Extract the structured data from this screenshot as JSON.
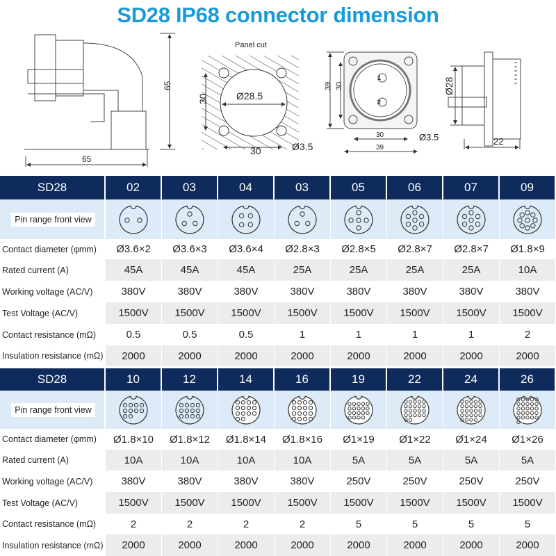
{
  "title": "SD28 IP68 connector dimension",
  "drawings": {
    "panel_cut_label": "Panel cut",
    "side_height": "65",
    "side_width": "65",
    "panel_hole": "Ø28.5",
    "panel_spacing_v": "30",
    "panel_spacing_h": "30",
    "panel_screw": "Ø3.5",
    "flange_outer_v": "39",
    "flange_inner_v": "30",
    "flange_inner_h": "30",
    "flange_outer_h": "39",
    "flange_screw": "Ø3.5",
    "flange_pin1": "1",
    "flange_pin2": "2",
    "body_diameter": "Ø28",
    "body_length": "22"
  },
  "row_labels": [
    "Pin range front view",
    "Contact diameter (φmm)",
    "Rated current (A)",
    "Working voltage (AC/V)",
    "Test Voltage (AC/V)",
    "Contact resistance (mΩ)",
    "Insulation resistance (mΩ)"
  ],
  "tables": [
    {
      "model": "SD28",
      "columns": [
        {
          "pins": "02",
          "diameter": "Ø3.6×2",
          "current": "45A",
          "working": "380V",
          "test": "1500V",
          "contact_res": "0.5",
          "insulation": "2000"
        },
        {
          "pins": "03",
          "diameter": "Ø3.6×3",
          "current": "45A",
          "working": "380V",
          "test": "1500V",
          "contact_res": "0.5",
          "insulation": "2000"
        },
        {
          "pins": "04",
          "diameter": "Ø3.6×4",
          "current": "45A",
          "working": "380V",
          "test": "1500V",
          "contact_res": "0.5",
          "insulation": "2000"
        },
        {
          "pins": "03",
          "diameter": "Ø2.8×3",
          "current": "25A",
          "working": "380V",
          "test": "1500V",
          "contact_res": "1",
          "insulation": "2000"
        },
        {
          "pins": "05",
          "diameter": "Ø2.8×5",
          "current": "25A",
          "working": "380V",
          "test": "1500V",
          "contact_res": "1",
          "insulation": "2000"
        },
        {
          "pins": "06",
          "diameter": "Ø2.8×7",
          "current": "25A",
          "working": "380V",
          "test": "1500V",
          "contact_res": "1",
          "insulation": "2000"
        },
        {
          "pins": "07",
          "diameter": "Ø2.8×7",
          "current": "25A",
          "working": "380V",
          "test": "1500V",
          "contact_res": "1",
          "insulation": "2000"
        },
        {
          "pins": "09",
          "diameter": "Ø1.8×9",
          "current": "10A",
          "working": "380V",
          "test": "1500V",
          "contact_res": "2",
          "insulation": "2000"
        }
      ]
    },
    {
      "model": "SD28",
      "columns": [
        {
          "pins": "10",
          "diameter": "Ø1.8×10",
          "current": "10A",
          "working": "380V",
          "test": "1500V",
          "contact_res": "2",
          "insulation": "2000"
        },
        {
          "pins": "12",
          "diameter": "Ø1.8×12",
          "current": "10A",
          "working": "380V",
          "test": "1500V",
          "contact_res": "2",
          "insulation": "2000"
        },
        {
          "pins": "14",
          "diameter": "Ø1.8×14",
          "current": "10A",
          "working": "380V",
          "test": "1500V",
          "contact_res": "2",
          "insulation": "2000"
        },
        {
          "pins": "16",
          "diameter": "Ø1.8×16",
          "current": "10A",
          "working": "380V",
          "test": "1500V",
          "contact_res": "2",
          "insulation": "2000"
        },
        {
          "pins": "19",
          "diameter": "Ø1×19",
          "current": "5A",
          "working": "250V",
          "test": "1500V",
          "contact_res": "5",
          "insulation": "2000"
        },
        {
          "pins": "22",
          "diameter": "Ø1×22",
          "current": "5A",
          "working": "250V",
          "test": "1500V",
          "contact_res": "5",
          "insulation": "2000"
        },
        {
          "pins": "24",
          "diameter": "Ø1×24",
          "current": "5A",
          "working": "250V",
          "test": "1500V",
          "contact_res": "5",
          "insulation": "2000"
        },
        {
          "pins": "26",
          "diameter": "Ø1×26",
          "current": "5A",
          "working": "250V",
          "test": "1500V",
          "contact_res": "5",
          "insulation": "2000"
        }
      ]
    }
  ],
  "colors": {
    "title": "#1b9ad8",
    "header": "#0e2b5c",
    "pin_row": "#dcebf7",
    "alt_row": "#ececec"
  }
}
